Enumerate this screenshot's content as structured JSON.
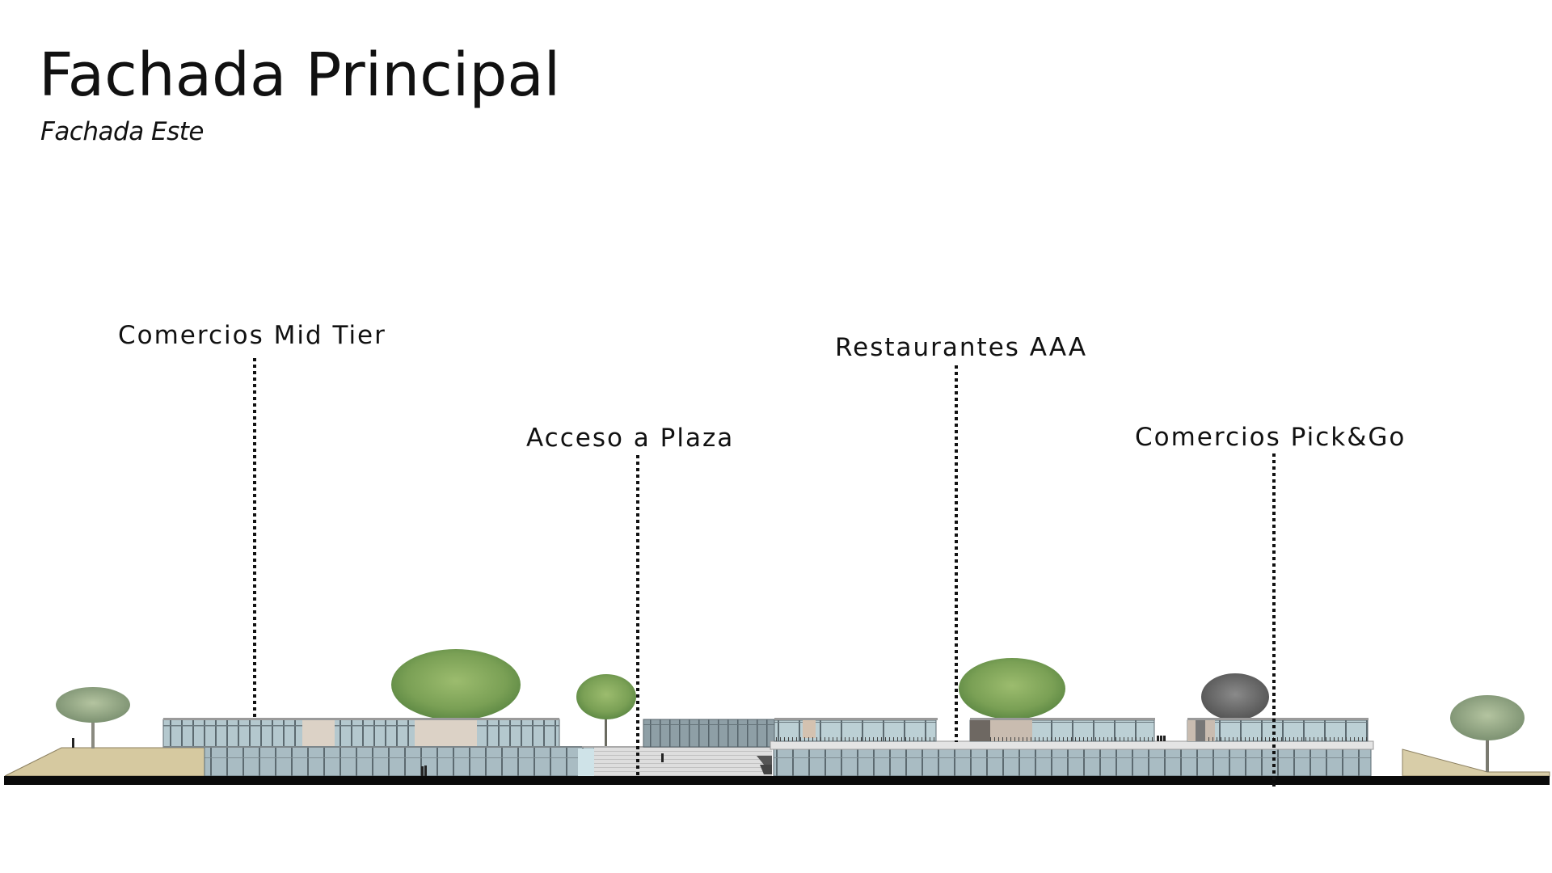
{
  "header": {
    "title": "Fachada Principal",
    "subtitle": "Fachada Este"
  },
  "annotations": [
    {
      "id": "mid-tier",
      "label": "Comercios Mid Tier"
    },
    {
      "id": "acceso-plaza",
      "label": "Acceso a Plaza"
    },
    {
      "id": "restaurantes",
      "label": "Restaurantes AAA"
    },
    {
      "id": "pick-go",
      "label": "Comercios Pick&Go"
    }
  ],
  "colors": {
    "background": "#ffffff",
    "text": "#111111",
    "ground": "#0a0a0a",
    "glass": "#a9bfc6",
    "glass_light": "#c8dade",
    "glass_dark": "#8a9ca3",
    "mullion": "#5c6a70",
    "stone": "#d9cfc3",
    "stone_dark": "#6e6862",
    "earth": "#d6c9a0",
    "tree_green": "#7fa45c",
    "tree_dark": "#6a6a6a",
    "stairs": "#d8d8d8"
  }
}
